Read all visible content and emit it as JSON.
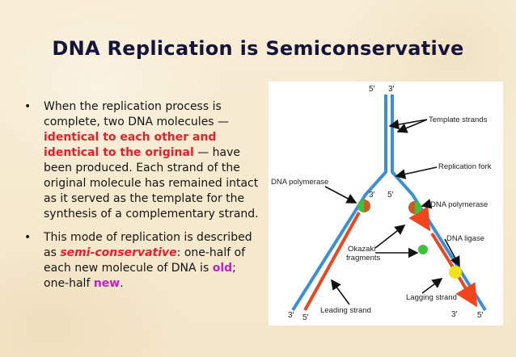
{
  "slide": {
    "title": "DNA Replication is Semiconservative",
    "bullet_glyph": "•",
    "bullets": [
      {
        "part1": "When the replication process is complete, two DNA molecules —",
        "highlight1": "identical to each other and identical to the original",
        "part2": "— have been produced. Each strand of the original molecule has remained intact as it served as the template for the synthesis of a complementary strand."
      },
      {
        "part1": "This mode of replication is described as",
        "highlight": "semi-conservative",
        "part2": ": one-half of each new molecule of DNA is",
        "old": "old",
        "part3": "; one-half",
        "new": "new",
        "part4": "."
      }
    ]
  },
  "diagram": {
    "labels": {
      "template_strands": "Template strands",
      "replication_fork": "Replication fork",
      "dna_polymerase_left": "DNA polymerase",
      "dna_polymerase_right": "DNA polymerase",
      "dna_ligase": "DNA ligase",
      "okazaki_line1": "Okazaki",
      "okazaki_line2": "fragments",
      "lagging_strand": "Lagging strand",
      "leading_strand": "Leading strand"
    },
    "primes": {
      "top_left": "5′",
      "top_right": "3′",
      "fork_left": "3′",
      "fork_right": "5′",
      "bottom_left_outer": "3′",
      "bottom_left_inner": "5′",
      "bottom_right_inner": "3′",
      "bottom_right_outer": "5′"
    },
    "colors": {
      "template": "#3a8fd8",
      "new_strand": "#f0441c",
      "polymerase": "#3ec23e",
      "ligase": "#f2e21a"
    }
  }
}
